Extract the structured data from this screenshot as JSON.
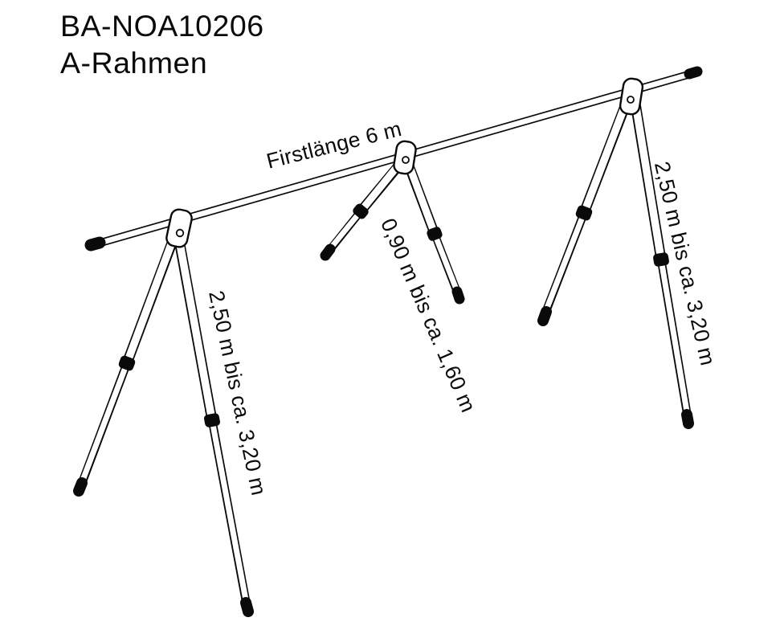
{
  "page": {
    "background_color": "#ffffff",
    "ink_color": "#0a0a0a"
  },
  "header": {
    "product_code": "BA-NOA10206",
    "product_name": "A-Rahmen"
  },
  "annotations": {
    "ridge_length": "Firstlänge 6 m",
    "left_frame_height": "2,50 m bis ca. 3,20 m",
    "middle_support_height": "0,90 m bis ca. 1,60 m",
    "right_frame_height": "2,50 m bis ca. 3,20 m"
  },
  "diagram": {
    "type": "technical-line-drawing",
    "subject": "A-frame ridge stand with three telescopic leg pairs",
    "frames": [
      {
        "position": "left",
        "height_range_label": "2,50 m bis ca. 3,20 m"
      },
      {
        "position": "middle",
        "height_range_label": "0,90 m bis ca. 1,60 m"
      },
      {
        "position": "right",
        "height_range_label": "2,50 m bis ca. 3,20 m"
      }
    ],
    "ridge": {
      "length_label": "Firstlänge 6 m"
    }
  }
}
